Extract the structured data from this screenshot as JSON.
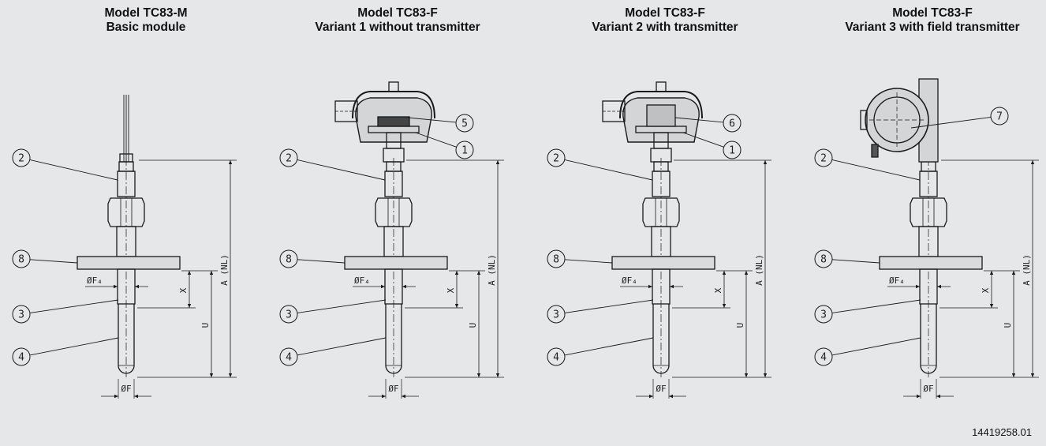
{
  "panels": [
    {
      "id": "tc83m",
      "title_line1": "Model TC83-M",
      "title_line2": "Basic module",
      "head": "none",
      "head_callout": ""
    },
    {
      "id": "tc83f-v1",
      "title_line1": "Model TC83-F",
      "title_line2": "Variant 1 without transmitter",
      "head": "terminal",
      "head_callout": "5"
    },
    {
      "id": "tc83f-v2",
      "title_line1": "Model TC83-F",
      "title_line2": "Variant 2 with transmitter",
      "head": "transmitter",
      "head_callout": "6"
    },
    {
      "id": "tc83f-v3",
      "title_line1": "Model TC83-F",
      "title_line2": "Variant 3 with field transmitter",
      "head": "field",
      "head_callout": "7"
    }
  ],
  "callouts": {
    "head_1": "1",
    "neck": "2",
    "tip_lower": "3",
    "sheath": "4",
    "flange": "8"
  },
  "dimensions": {
    "nl": "A (NL)",
    "u": "U",
    "x": "X",
    "f4": "ØF₄",
    "f": "ØF"
  },
  "document_number": "14419258.01",
  "colors": {
    "background": "#e6e7e8",
    "line": "#1a1a1a",
    "flange_fill": "#dadbdc",
    "housing_fill": "#d4d5d6"
  }
}
